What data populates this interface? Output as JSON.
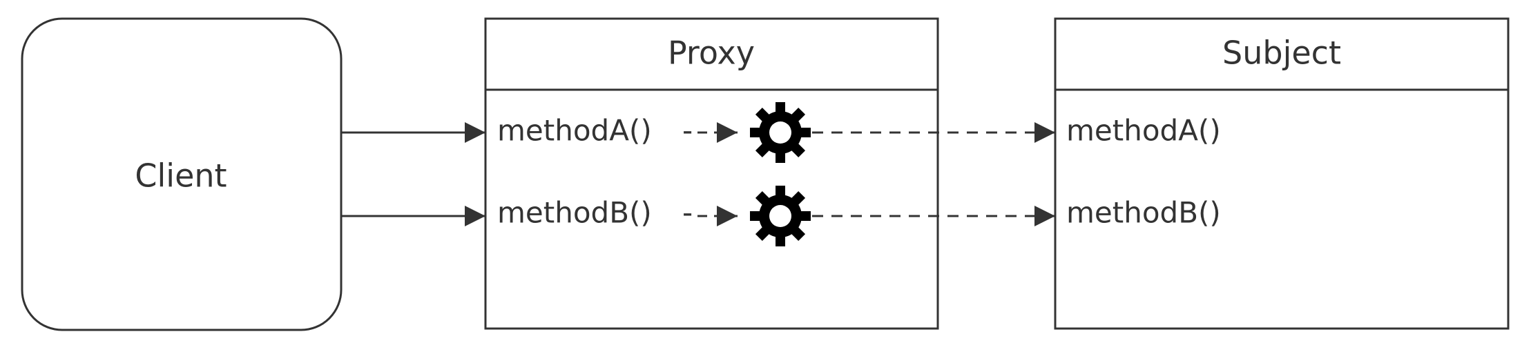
{
  "client": {
    "label": "Client"
  },
  "proxy": {
    "title": "Proxy",
    "methods": [
      "methodA()",
      "methodB()"
    ],
    "arrow_suffix": "-"
  },
  "subject": {
    "title": "Subject",
    "methods": [
      "methodA()",
      "methodB()"
    ]
  },
  "icons": {
    "processor": "gear-icon"
  },
  "colors": {
    "stroke": "#333333",
    "text": "#333333",
    "gear": "#000000",
    "background": "#ffffff"
  }
}
